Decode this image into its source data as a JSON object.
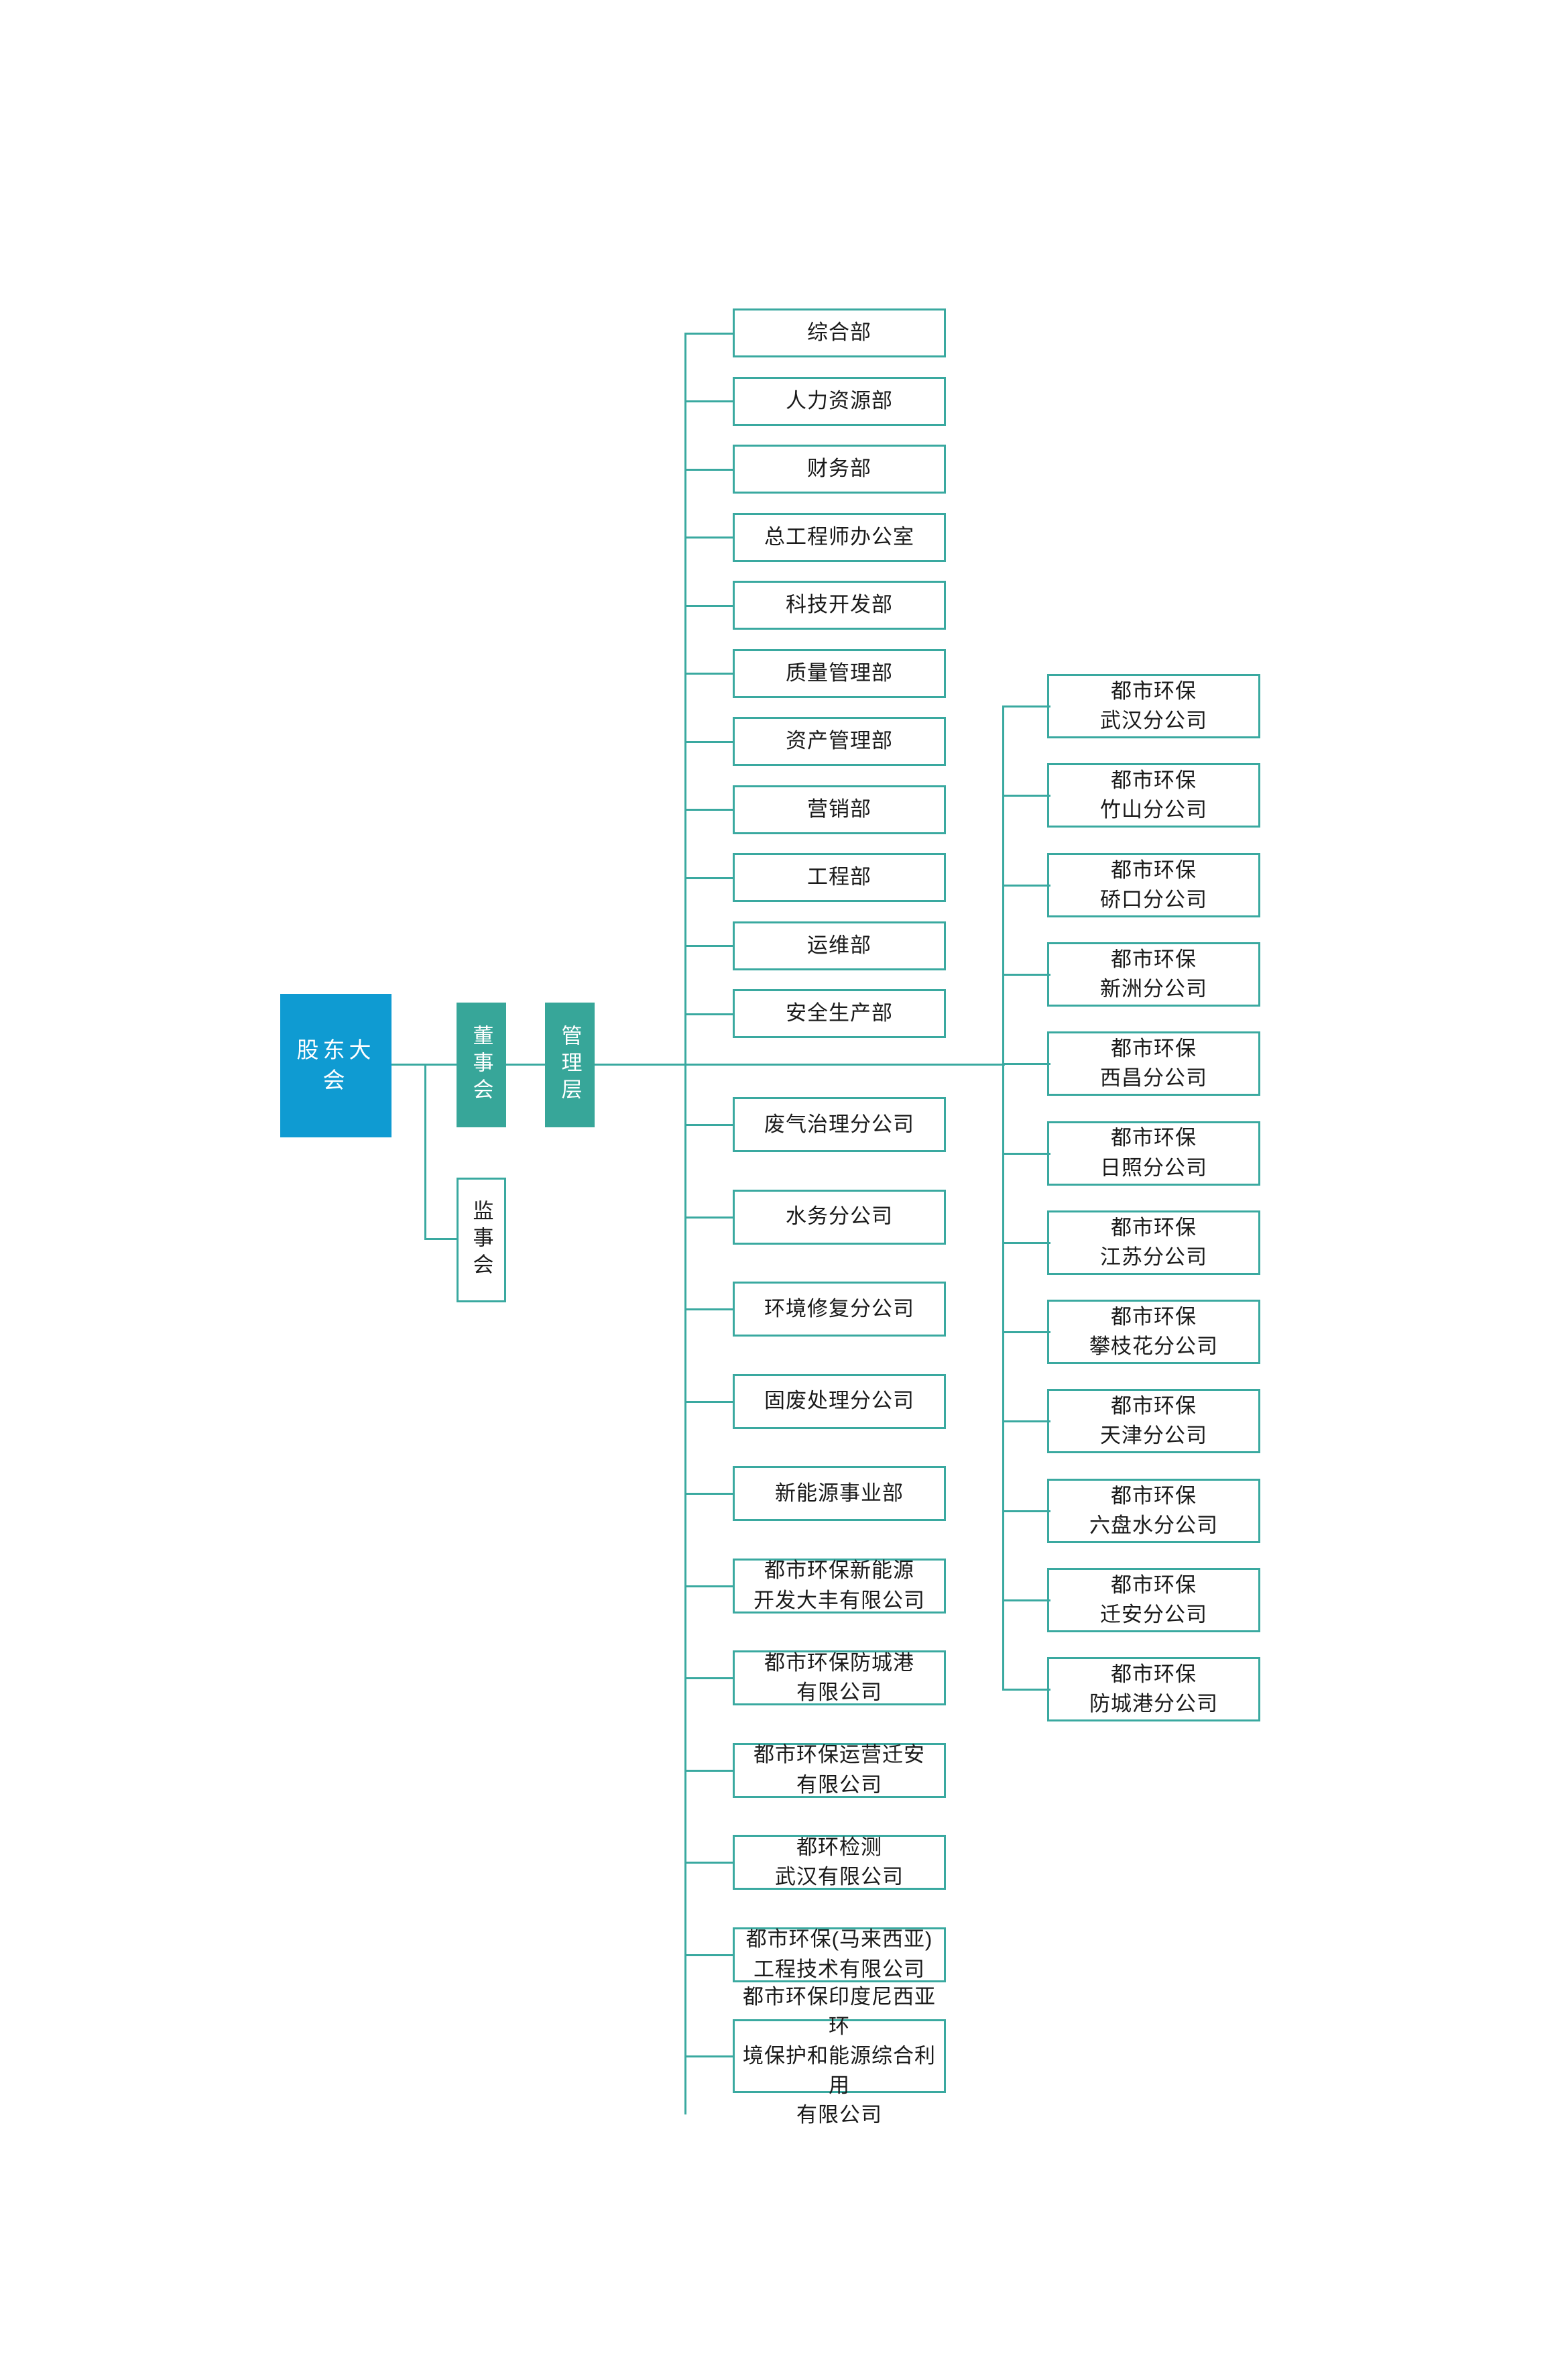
{
  "chart_data": {
    "type": "diagram",
    "title": "",
    "diagram_kind": "organization-chart",
    "orientation": "left-to-right",
    "accent_colors": {
      "shareholders_fill": "#0f9bd2",
      "board_fill": "#37a699",
      "management_fill": "#37a699",
      "box_border": "#3aa9a0",
      "connector": "#3aa9a0",
      "box_fill": "#ffffff",
      "text_dark": "#1a1a1a",
      "text_light": "#ffffff"
    },
    "nodes": {
      "shareholders": "股东大会",
      "board": "董事会",
      "supervisors": "监事会",
      "management": "管理层"
    },
    "departments": [
      "综合部",
      "人力资源部",
      "财务部",
      "总工程师办公室",
      "科技开发部",
      "质量管理部",
      "资产管理部",
      "营销部",
      "工程部",
      "运维部",
      "安全生产部"
    ],
    "subsidiaries": [
      "废气治理分公司",
      "水务分公司",
      "环境修复分公司",
      "固废处理分公司",
      "新能源事业部",
      "都市环保新能源\n开发大丰有限公司",
      "都市环保防城港\n有限公司",
      "都市环保运营迁安\n有限公司",
      "都环检测\n武汉有限公司",
      "都市环保(马来西亚)\n工程技术有限公司",
      "都市环保印度尼西亚环\n境保护和能源综合利用\n有限公司"
    ],
    "branches": [
      "都市环保\n武汉分公司",
      "都市环保\n竹山分公司",
      "都市环保\n硚口分公司",
      "都市环保\n新洲分公司",
      "都市环保\n西昌分公司",
      "都市环保\n日照分公司",
      "都市环保\n江苏分公司",
      "都市环保\n攀枝花分公司",
      "都市环保\n天津分公司",
      "都市环保\n六盘水分公司",
      "都市环保\n迁安分公司",
      "都市环保\n防城港分公司"
    ],
    "counts": {
      "departments": 11,
      "subsidiaries": 11,
      "branches": 12
    }
  }
}
